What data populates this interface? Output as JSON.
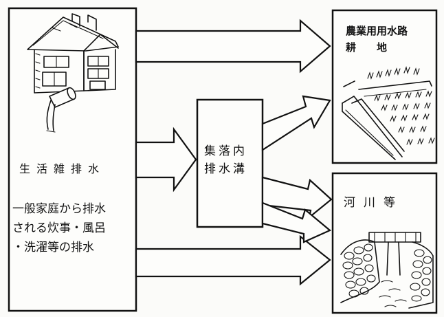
{
  "household": {
    "title": "生活雑排水",
    "description_lines": [
      "一般家庭から排水",
      "される炊事・風呂",
      "・洗濯等の排水"
    ]
  },
  "channel": {
    "line1": "集落内",
    "line2": "排水溝"
  },
  "farmland": {
    "line1": "農業用用水路",
    "line2": "耕　　地"
  },
  "river": {
    "title": "河川等"
  },
  "icons": [
    "house-icon",
    "drain-pipe-icon",
    "paddy-field-icon",
    "river-bridge-icon"
  ]
}
